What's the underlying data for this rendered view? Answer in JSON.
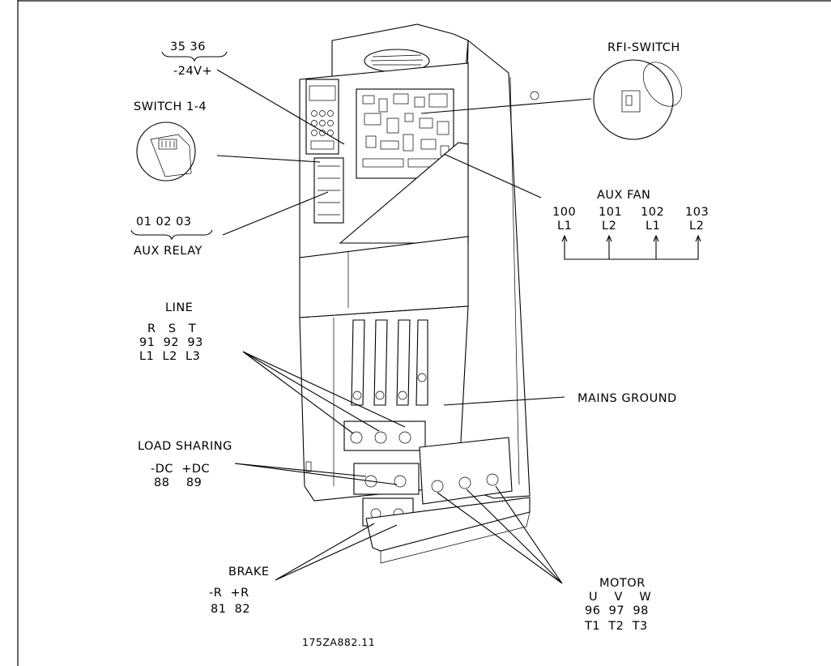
{
  "terminals_24v": {
    "numbers": "35  36",
    "voltage": "-24V+"
  },
  "switch": {
    "title": "SWITCH 1-4"
  },
  "aux_relay": {
    "numbers": "01  02  03",
    "title": "AUX RELAY"
  },
  "rfi": {
    "title": "RFI-SWITCH"
  },
  "aux_fan": {
    "title": "AUX FAN",
    "terminals": [
      {
        "num": "100",
        "phase": "L1"
      },
      {
        "num": "101",
        "phase": "L2"
      },
      {
        "num": "102",
        "phase": "L1"
      },
      {
        "num": "103",
        "phase": "L2"
      }
    ]
  },
  "line": {
    "title": "LINE",
    "row1": "R   S   T",
    "row2": "91  92  93",
    "row3": "L1  L2  L3"
  },
  "mains_ground": {
    "title": "MAINS GROUND"
  },
  "load_sharing": {
    "title": "LOAD SHARING",
    "row1": "-DC  +DC",
    "row2": "88    89"
  },
  "brake": {
    "title": "BRAKE",
    "row1": "-R  +R",
    "row2": "81  82"
  },
  "motor": {
    "title": "MOTOR",
    "row1": "U    V    W",
    "row2": "96  97  98",
    "row3": "T1  T2  T3"
  },
  "drawing_id": "175ZA882.11"
}
